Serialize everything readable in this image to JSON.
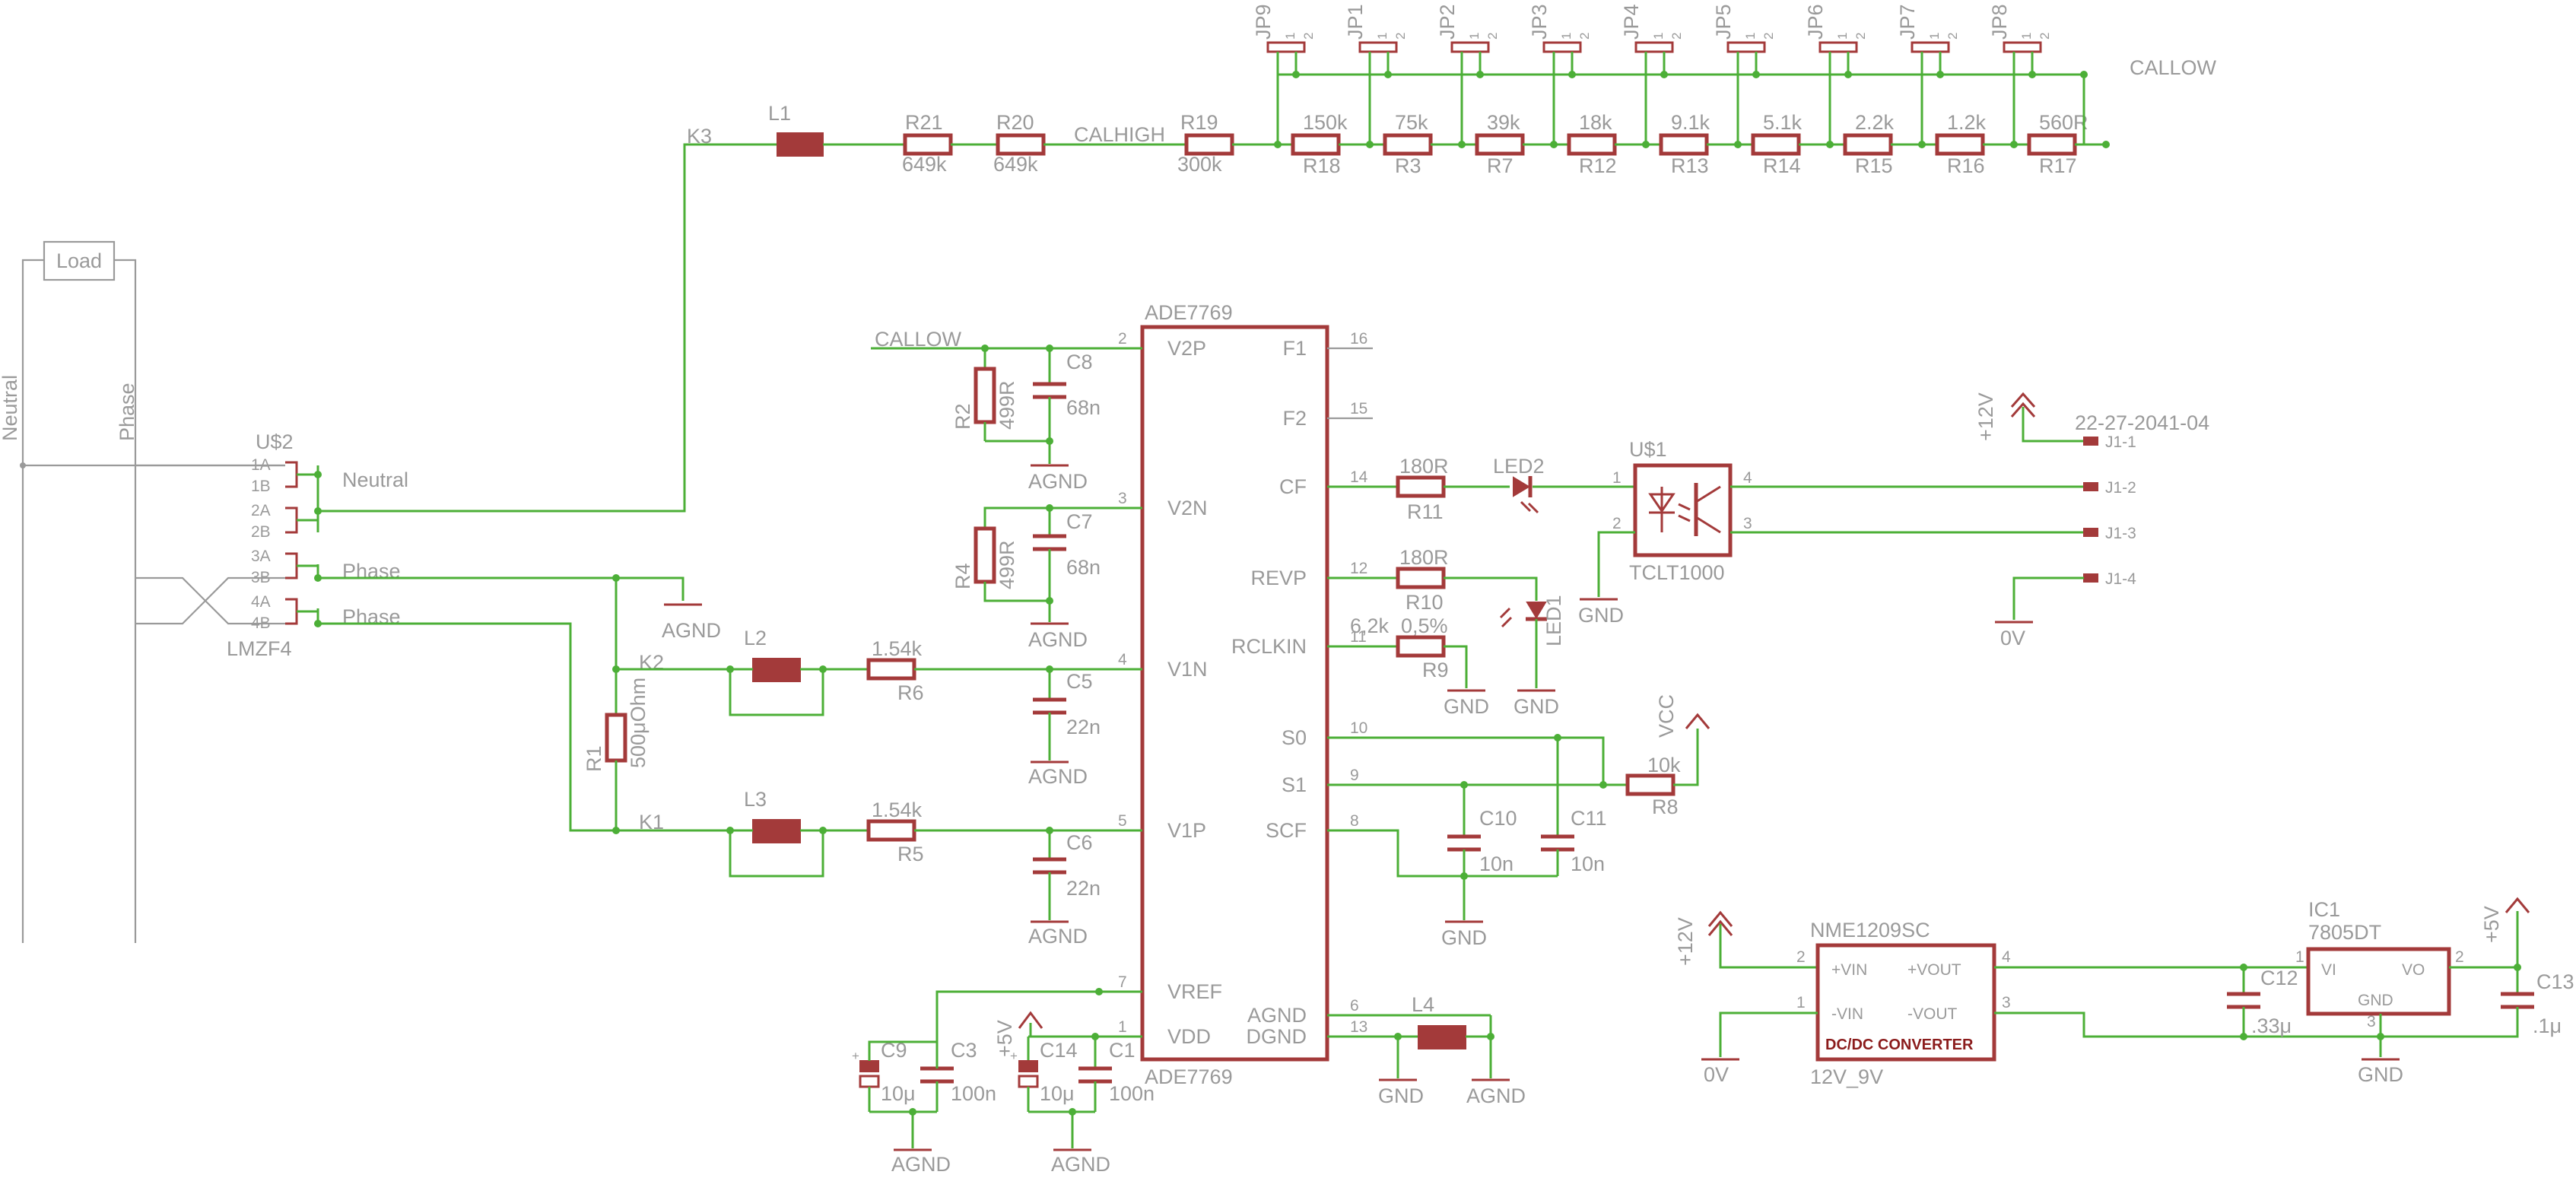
{
  "left": {
    "load": "Load",
    "neutral": "Neutral",
    "phase": "Phase"
  },
  "connector": {
    "name": "U$2",
    "model": "LMZF4",
    "pins": [
      "1A",
      "1B",
      "2A",
      "2B",
      "3A",
      "3B",
      "4A",
      "4B"
    ],
    "neutral": "Neutral",
    "phase1": "Phase",
    "phase2": "Phase"
  },
  "top": {
    "k3": "K3",
    "l1": "L1",
    "r21": "R21",
    "r21v": "649k",
    "r20": "R20",
    "r20v": "649k",
    "calhigh": "CALHIGH",
    "r19": "R19",
    "r19v": "300k",
    "callow": "CALLOW"
  },
  "ladder": [
    {
      "r": "R18",
      "v": "150k"
    },
    {
      "r": "R3",
      "v": "75k"
    },
    {
      "r": "R7",
      "v": "39k"
    },
    {
      "r": "R12",
      "v": "18k"
    },
    {
      "r": "R13",
      "v": "9.1k"
    },
    {
      "r": "R14",
      "v": "5.1k"
    },
    {
      "r": "R15",
      "v": "2.2k"
    },
    {
      "r": "R16",
      "v": "1.2k"
    },
    {
      "r": "R17",
      "v": "560R"
    }
  ],
  "jumpers": [
    "JP9",
    "JP1",
    "JP2",
    "JP3",
    "JP4",
    "JP5",
    "JP6",
    "JP7",
    "JP8"
  ],
  "ic": {
    "name": "ADE7769",
    "bottom": "ADE7769",
    "left": [
      {
        "n": "2",
        "l": "V2P"
      },
      {
        "n": "3",
        "l": "V2N"
      },
      {
        "n": "4",
        "l": "V1N"
      },
      {
        "n": "5",
        "l": "V1P"
      },
      {
        "n": "7",
        "l": "VREF"
      },
      {
        "n": "1",
        "l": "VDD"
      }
    ],
    "right": [
      {
        "n": "16",
        "l": "F1"
      },
      {
        "n": "15",
        "l": "F2"
      },
      {
        "n": "14",
        "l": "CF"
      },
      {
        "n": "12",
        "l": "REVP"
      },
      {
        "n": "11",
        "l": "RCLKIN"
      },
      {
        "n": "10",
        "l": "S0"
      },
      {
        "n": "9",
        "l": "S1"
      },
      {
        "n": "8",
        "l": "SCF"
      },
      {
        "n": "6",
        "l": "AGND"
      },
      {
        "n": "13",
        "l": "DGND"
      }
    ]
  },
  "parts": {
    "callow2": "CALLOW",
    "c8": "C8",
    "c8v": "68n",
    "r2": "R2",
    "r2v": "499R",
    "c7": "C7",
    "c7v": "68n",
    "r4": "R4",
    "r4v": "499R",
    "c5": "C5",
    "c5v": "22n",
    "c6": "C6",
    "c6v": "22n",
    "r6": "R6",
    "r6v": "1.54k",
    "r5": "R5",
    "r5v": "1.54k",
    "l2": "L2",
    "l3": "L3",
    "k2": "K2",
    "k1": "K1",
    "r1": "R1",
    "r1v": "500μOhm",
    "agnd": "AGND",
    "gnd": "GND",
    "c9": "C9",
    "c9v": "10μ",
    "c3": "C3",
    "c3v": "100n",
    "c14": "C14",
    "c14v": "10μ",
    "c1": "C1",
    "c1v": "100n",
    "p5v": "+5V",
    "l4": "L4",
    "r11": "R11",
    "r11v": "180R",
    "led2": "LED2",
    "r10": "R10",
    "r10v": "180R",
    "led1": "LED1",
    "r9": "R9",
    "r9v": "6,2k",
    "r9t": "0,5%",
    "vcc": "VCC",
    "r8": "R8",
    "r8v": "10k",
    "c10": "C10",
    "c10v": "10n",
    "c11": "C11",
    "c11v": "10n",
    "u1": "U$1",
    "tclt": "TCLT1000",
    "p12v": "+12V",
    "j1": "22-27-2041-04",
    "j1pins": [
      "J1-1",
      "J1-2",
      "J1-3",
      "J1-4"
    ],
    "zero": "0V",
    "nme": "NME1209SC",
    "nmev": "12V_9V",
    "nmebox": "DC/DC CONVERTER",
    "nmep": {
      "vin": "+VIN",
      "vinm": "-VIN",
      "vout": "+VOUT",
      "voutm": "-VOUT"
    },
    "ic1": "IC1",
    "ic1v": "7805DT",
    "vi": "VI",
    "vo": "VO",
    "icgnd": "GND",
    "c12": "C12",
    "c12v": ".33μ",
    "c13": "C13",
    "c13v": ".1μ"
  }
}
